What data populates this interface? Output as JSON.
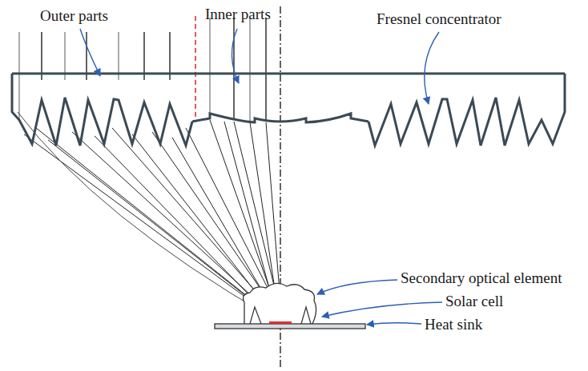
{
  "diagram": {
    "labels": [
      "Outer parts",
      "Inner parts",
      "Fresnel concentrator",
      "Secondary optical element",
      "Solar cell",
      "Heat sink"
    ]
  }
}
